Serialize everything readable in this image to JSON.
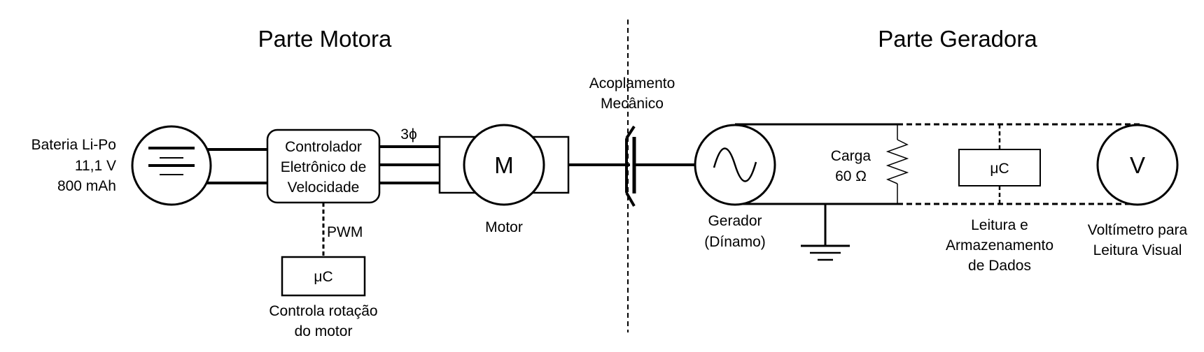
{
  "sections": {
    "left_title": "Parte Motora",
    "right_title": "Parte Geradora"
  },
  "battery": {
    "line1": "Bateria Li-Po",
    "line2": "11,1 V",
    "line3": "800 mAh"
  },
  "controller": {
    "line1": "Controlador",
    "line2": "Eletrônico de",
    "line3": "Velocidade"
  },
  "phase_label": "3ϕ",
  "pwm_label": "PWM",
  "uc_motor": {
    "label": "μC",
    "caption1": "Controla rotação",
    "caption2": "do motor"
  },
  "motor": {
    "symbol": "M",
    "caption": "Motor"
  },
  "coupling": {
    "line1": "Acoplamento",
    "line2": "Mecânico"
  },
  "generator": {
    "caption1": "Gerador",
    "caption2": "(Dínamo)"
  },
  "load": {
    "line1": "Carga",
    "line2": "60 Ω"
  },
  "uc_data": {
    "label": "μC",
    "caption1": "Leitura e",
    "caption2": "Armazenamento",
    "caption3": "de Dados"
  },
  "voltmeter": {
    "symbol": "V",
    "caption1": "Voltímetro para",
    "caption2": "Leitura Visual"
  }
}
